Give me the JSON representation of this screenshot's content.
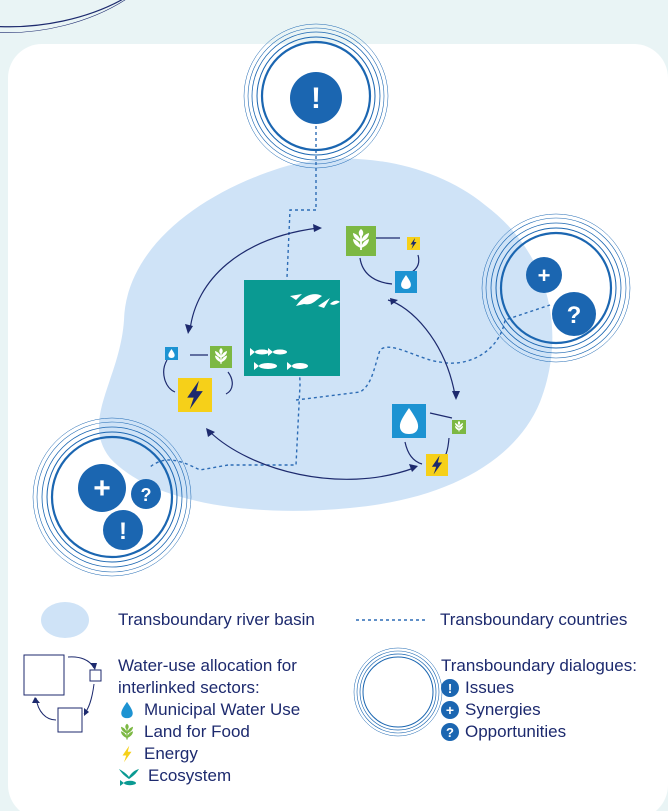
{
  "colors": {
    "background": "#e9f4f5",
    "panel": "#ffffff",
    "basin": "#cfe3f7",
    "navy": "#1d2a6e",
    "dialogue_blue": "#1b66b1",
    "ecosystem_teal": "#0a9a92",
    "water_blue": "#1d93d2",
    "food_green": "#7cb843",
    "energy_yellow": "#f6d019",
    "dashed_line": "#2d6cb5"
  },
  "legend": {
    "basin_label": "Transboundary river basin",
    "countries_label": "Transboundary countries",
    "allocation_label_line1": "Water-use allocation for",
    "allocation_label_line2": "interlinked sectors:",
    "sectors": [
      {
        "icon": "water-drop-icon",
        "label": "Municipal Water Use"
      },
      {
        "icon": "wheat-icon",
        "label": "Land for Food"
      },
      {
        "icon": "lightning-icon",
        "label": "Energy"
      },
      {
        "icon": "ecosystem-icon",
        "label": "Ecosystem"
      }
    ],
    "dialogues_label": "Transboundary dialogues:",
    "dialogue_types": [
      {
        "icon": "exclamation-icon",
        "symbol": "!",
        "label": "Issues"
      },
      {
        "icon": "plus-icon",
        "symbol": "+",
        "label": "Synergies"
      },
      {
        "icon": "question-icon",
        "symbol": "?",
        "label": "Opportunities"
      }
    ]
  },
  "diagram": {
    "dialogue_symbols": {
      "issue": "!",
      "synergy": "+",
      "opportunity": "?"
    }
  }
}
